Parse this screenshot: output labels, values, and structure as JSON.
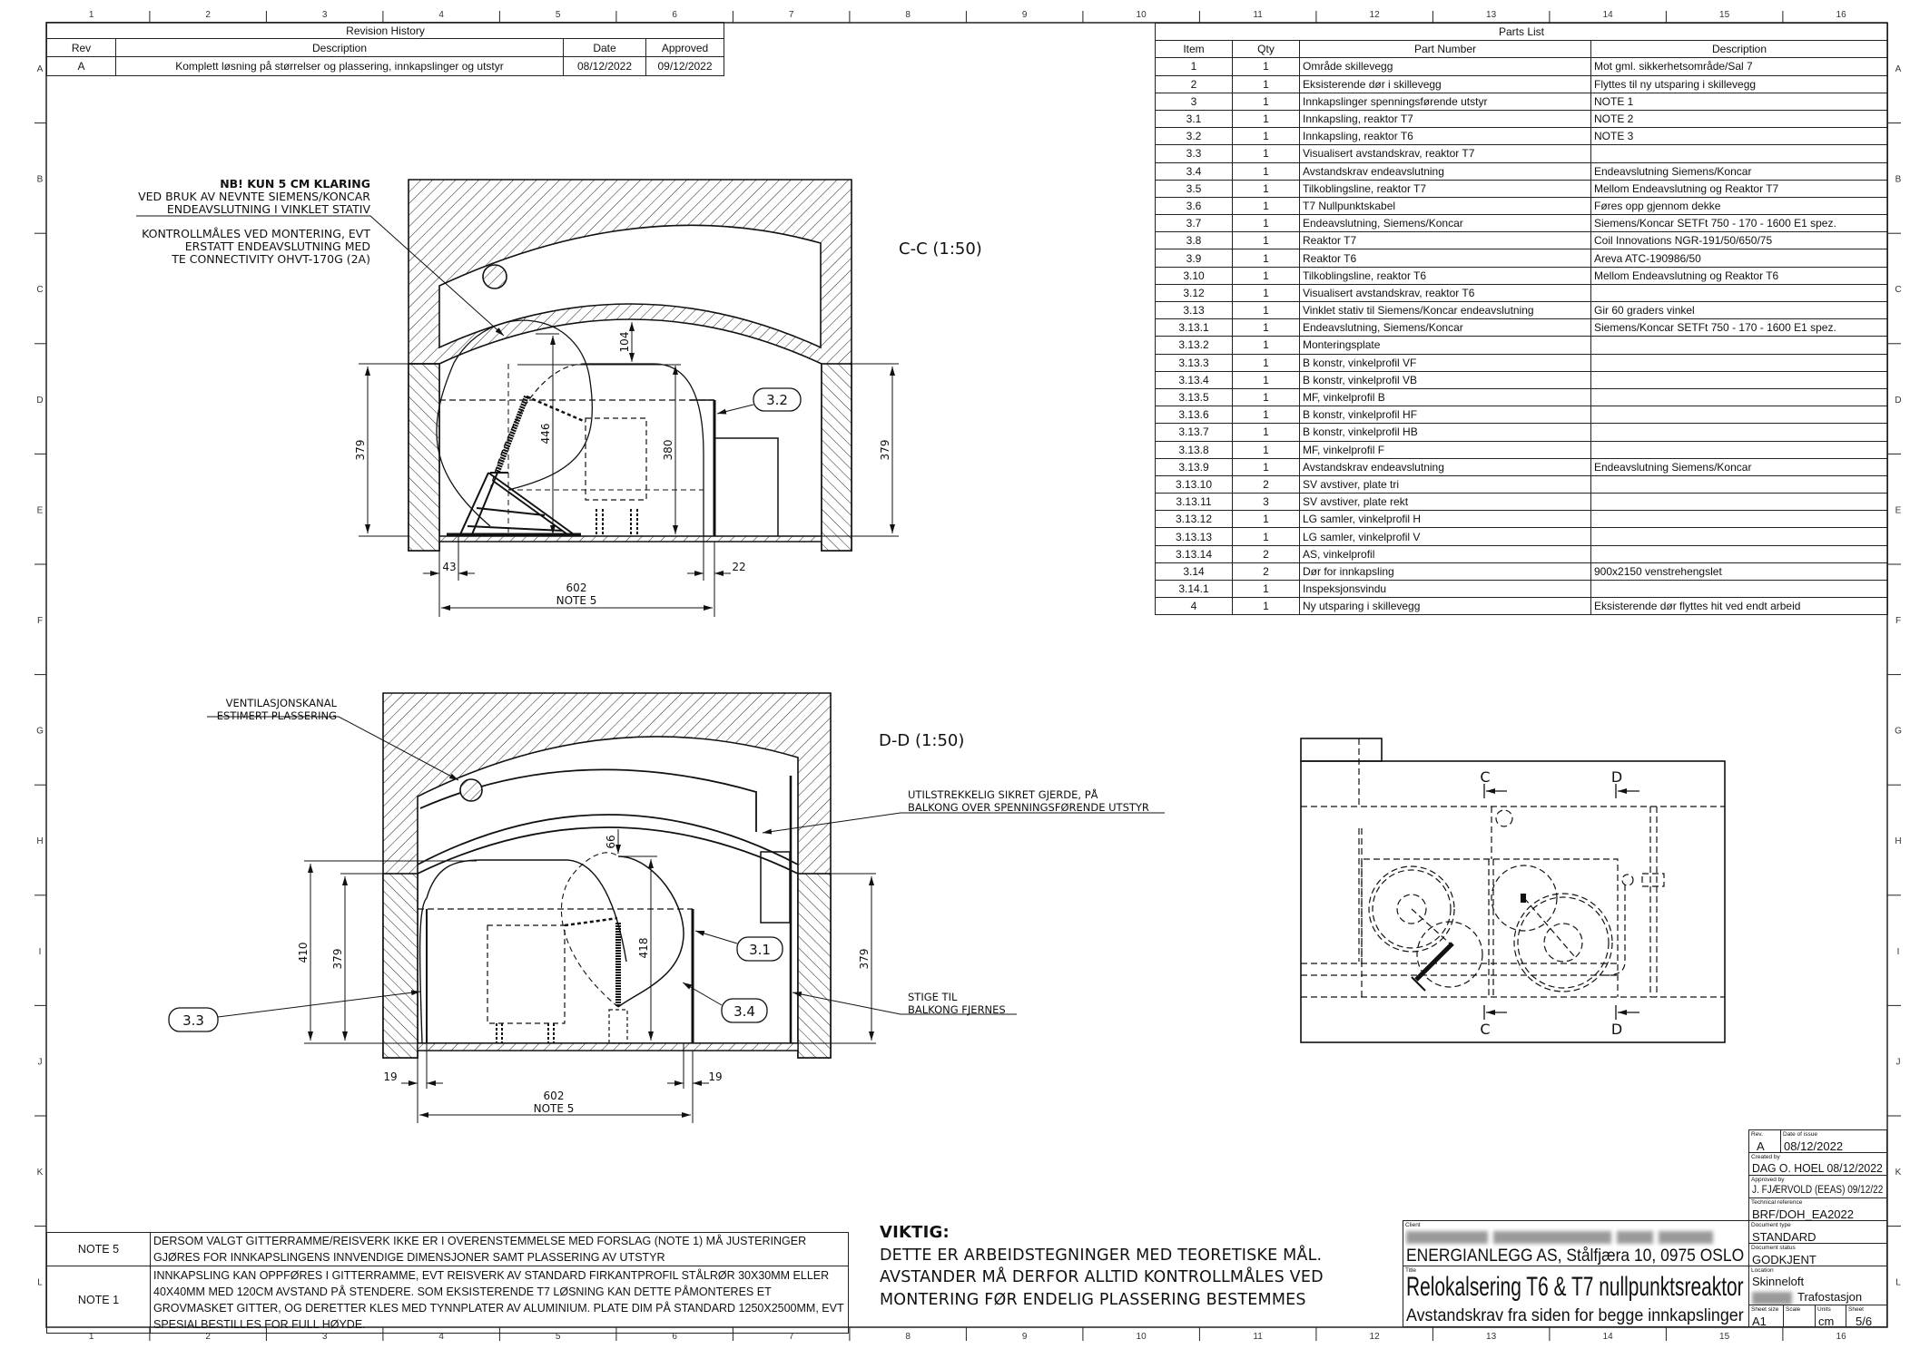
{
  "frame": {
    "columns": [
      "1",
      "2",
      "3",
      "4",
      "5",
      "6",
      "7",
      "8",
      "9",
      "10",
      "11",
      "12",
      "13",
      "14",
      "15",
      "16"
    ],
    "rows": [
      "A",
      "B",
      "C",
      "D",
      "E",
      "F",
      "G",
      "H",
      "I",
      "J",
      "K",
      "L"
    ]
  },
  "revision_history": {
    "title": "Revision History",
    "headers": [
      "Rev",
      "Description",
      "Date",
      "Approved"
    ],
    "rows": [
      [
        "A",
        "Komplett løsning på størrelser og plassering, innkapslinger og utstyr",
        "08/12/2022",
        "09/12/2022"
      ]
    ]
  },
  "parts_list": {
    "title": "Parts List",
    "headers": [
      "Item",
      "Qty",
      "Part Number",
      "Description"
    ],
    "rows": [
      [
        "1",
        "1",
        "Område skillevegg",
        "Mot gml. sikkerhetsområde/Sal 7"
      ],
      [
        "2",
        "1",
        "Eksisterende dør i skillevegg",
        "Flyttes til ny utsparing i skillevegg"
      ],
      [
        "3",
        "1",
        "Innkapslinger spenningsførende utstyr",
        "NOTE 1"
      ],
      [
        "3.1",
        "1",
        "Innkapsling, reaktor T7",
        "NOTE 2"
      ],
      [
        "3.2",
        "1",
        "Innkapsling, reaktor T6",
        "NOTE 3"
      ],
      [
        "3.3",
        "1",
        "Visualisert avstandskrav, reaktor T7",
        ""
      ],
      [
        "3.4",
        "1",
        "Avstandskrav endeavslutning",
        "Endeavslutning Siemens/Koncar"
      ],
      [
        "3.5",
        "1",
        "Tilkoblingsline, reaktor T7",
        "Mellom Endeavslutning og Reaktor T7"
      ],
      [
        "3.6",
        "1",
        "T7 Nullpunktskabel",
        "Føres opp gjennom dekke"
      ],
      [
        "3.7",
        "1",
        "Endeavslutning, Siemens/Koncar",
        "Siemens/Koncar SETFt 750 - 170 - 1600 E1 spez."
      ],
      [
        "3.8",
        "1",
        "Reaktor T7",
        "Coil Innovations NGR-191/50/650/75"
      ],
      [
        "3.9",
        "1",
        "Reaktor T6",
        "Areva ATC-190986/50"
      ],
      [
        "3.10",
        "1",
        "Tilkoblingsline, reaktor T6",
        "Mellom Endeavslutning og Reaktor T6"
      ],
      [
        "3.12",
        "1",
        "Visualisert avstandskrav, reaktor T6",
        ""
      ],
      [
        "3.13",
        "1",
        "Vinklet stativ til Siemens/Koncar endeavslutning",
        "Gir 60 graders vinkel"
      ],
      [
        "3.13.1",
        "1",
        "Endeavslutning, Siemens/Koncar",
        "Siemens/Koncar SETFt 750 - 170 - 1600 E1 spez."
      ],
      [
        "3.13.2",
        "1",
        "Monteringsplate",
        ""
      ],
      [
        "3.13.3",
        "1",
        "B konstr, vinkelprofil VF",
        ""
      ],
      [
        "3.13.4",
        "1",
        "B konstr, vinkelprofil VB",
        ""
      ],
      [
        "3.13.5",
        "1",
        "MF, vinkelprofil B",
        ""
      ],
      [
        "3.13.6",
        "1",
        "B konstr, vinkelprofil HF",
        ""
      ],
      [
        "3.13.7",
        "1",
        "B konstr, vinkelprofil HB",
        ""
      ],
      [
        "3.13.8",
        "1",
        "MF, vinkelprofil F",
        ""
      ],
      [
        "3.13.9",
        "1",
        "Avstandskrav endeavslutning",
        "Endeavslutning Siemens/Koncar"
      ],
      [
        "3.13.10",
        "2",
        "SV avstiver, plate tri",
        ""
      ],
      [
        "3.13.11",
        "3",
        "SV avstiver, plate rekt",
        ""
      ],
      [
        "3.13.12",
        "1",
        "LG samler, vinkelprofil H",
        ""
      ],
      [
        "3.13.13",
        "1",
        "LG samler, vinkelprofil V",
        ""
      ],
      [
        "3.13.14",
        "2",
        "AS, vinkelprofil",
        ""
      ],
      [
        "3.14",
        "2",
        "Dør for innkapsling",
        "900x2150 venstrehengslet"
      ],
      [
        "3.14.1",
        "1",
        "Inspeksjonsvindu",
        ""
      ],
      [
        "4",
        "1",
        "Ny utsparing i skillevegg",
        "Eksisterende dør flyttes hit ved endt arbeid"
      ]
    ]
  },
  "section_cc": {
    "title": "C-C (1:50)",
    "callout_bold": "NB! KUN 5 CM KLARING",
    "callout_lines": [
      "VED BRUK AV NEVNTE SIEMENS/KONCAR",
      "ENDEAVSLUTNING I VINKLET STATIV"
    ],
    "callout2_lines": [
      "KONTROLLMÅLES VED MONTERING, EVT",
      "ERSTATT ENDEAVSLUTNING MED",
      "TE CONNECTIVITY OHVT-170G (2A)"
    ],
    "balloon": "3.2",
    "dims": {
      "left_height": "379",
      "right_height": "379",
      "clearance_top": "104",
      "clearance_height": "446",
      "enclosure_height": "380",
      "left_gap": "43",
      "right_gap": "22",
      "width": "602",
      "width_note": "NOTE 5"
    }
  },
  "section_dd": {
    "title": "D-D (1:50)",
    "vent_lines": [
      "VENTILASJONSKANAL",
      "ESTIMERT PLASSERING"
    ],
    "fence_lines": [
      "UTILSTREKKELIG SIKRET GJERDE, PÅ",
      "BALKONG OVER SPENNINGSFØRENDE UTSTYR"
    ],
    "ladder_lines": [
      "STIGE TIL",
      "BALKONG FJERNES"
    ],
    "balloons": {
      "b31": "3.1",
      "b33": "3.3",
      "b34": "3.4"
    },
    "dims": {
      "outer_height": "410",
      "left_height": "379",
      "right_height": "379",
      "clearance_height": "418",
      "clearance_top": "66",
      "left_gap": "19",
      "right_gap": "19",
      "width": "602",
      "width_note": "NOTE 5"
    }
  },
  "plan_view": {
    "section_c": "C",
    "section_d": "D"
  },
  "notes": [
    {
      "label": "NOTE 5",
      "text": "DERSOM VALGT GITTERRAMME/REISVERK IKKE ER I OVERENSTEMMELSE MED FORSLAG (NOTE 1) MÅ JUSTERINGER GJØRES FOR INNKAPSLINGENS INNVENDIGE DIMENSJONER SAMT PLASSERING AV UTSTYR"
    },
    {
      "label": "NOTE 1",
      "text": "INNKAPSLING KAN OPPFØRES I GITTERRAMME, EVT REISVERK AV STANDARD FIRKANTPROFIL STÅLRØR 30X30MM ELLER 40X40MM MED 120CM AVSTAND PÅ STENDERE. SOM EKSISTERENDE T7 LØSNING KAN DETTE PÅMONTERES ET GROVMASKET GITTER, OG DERETTER KLES MED TYNNPLATER AV ALUMINIUM. PLATE DIM PÅ STANDARD 1250X2500MM, EVT SPESIALBESTILLES FOR FULL HØYDE."
    }
  ],
  "viktig": {
    "heading": "VIKTIG:",
    "lines": [
      "DETTE ER ARBEIDSTEGNINGER MED TEORETISKE MÅL.",
      "AVSTANDER MÅ DERFOR ALLTID KONTROLLMÅLES VED",
      "MONTERING FØR ENDELIG PLASSERING BESTEMMES"
    ]
  },
  "title_block": {
    "rev_caption": "Rev.",
    "rev": "A",
    "date_caption": "Date of issue",
    "date": "08/12/2022",
    "created_caption": "Created by",
    "created": "DAG O. HOEL  08/12/2022",
    "approved_caption": "Approved by",
    "approved": "J. FJÆRVOLD (EEAS) 09/12/22",
    "techref_caption": "Technical reference",
    "techref": "BRF/DOH_EA2022",
    "doctype_caption": "Document type",
    "doctype": "STANDARD",
    "status_caption": "Document status",
    "status": "GODKJENT",
    "location_caption": "Location",
    "location_line1": "Skinneloft",
    "location_line2": "Trafostasjon",
    "sheetsize_caption": "Sheet size",
    "sheetsize": "A1",
    "scale_caption": "Scale",
    "scale": "",
    "units_caption": "Units",
    "units": "cm",
    "sheet_caption": "Sheet",
    "sheet": "5/6",
    "client_caption": "Client",
    "client_address": "ENERGIANLEGG AS, Stålfjæra 10, 0975 OSLO",
    "title_caption": "Title",
    "title": "Relokalsering T6 & T7 nullpunktsreaktor",
    "subtitle": "Avstandskrav fra siden for begge innkapslinger"
  }
}
